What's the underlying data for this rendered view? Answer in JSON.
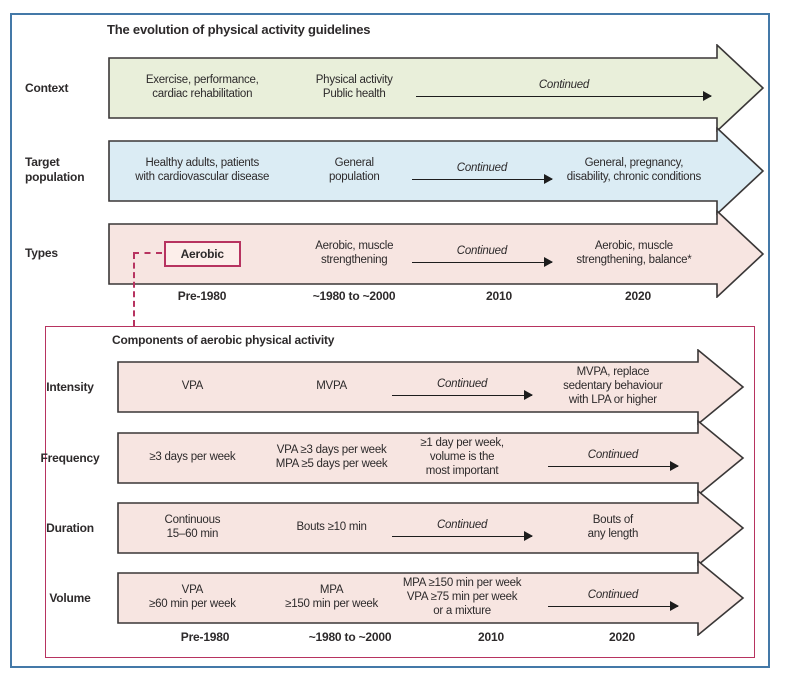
{
  "colors": {
    "outer_border": "#4479a8",
    "accent_crimson": "#b73360",
    "context_fill": "#e9efda",
    "target_fill": "#dbecf4",
    "types_fill": "#f7e5e1",
    "arrow_stroke": "#3a3737",
    "text": "#2d2a2b"
  },
  "top": {
    "title": "The evolution of physical activity guidelines",
    "timeline": [
      "Pre-1980",
      "~1980 to ~2000",
      "2010",
      "2020"
    ],
    "rows": [
      {
        "label": "Context",
        "c1": "Exercise, performance,\ncardiac rehabilitation",
        "c2": "Physical activity\nPublic health",
        "continued": "Continued"
      },
      {
        "label": "Target\npopulation",
        "c1": "Healthy adults, patients\nwith cardiovascular disease",
        "c2": "General\npopulation",
        "continued": "Continued",
        "c4": "General, pregnancy,\ndisability, chronic conditions"
      },
      {
        "label": "Types",
        "box": "Aerobic",
        "c2": "Aerobic, muscle\nstrengthening",
        "continued": "Continued",
        "c4": "Aerobic, muscle\nstrengthening, balance*"
      }
    ]
  },
  "components": {
    "title": "Components of aerobic physical activity",
    "timeline": [
      "Pre-1980",
      "~1980 to ~2000",
      "2010",
      "2020"
    ],
    "rows": [
      {
        "label": "Intensity",
        "c1": "VPA",
        "c2": "MVPA",
        "continued": "Continued",
        "c4": "MVPA, replace\nsedentary behaviour\nwith LPA or higher"
      },
      {
        "label": "Frequency",
        "c1": "≥3 days per week",
        "c2": "VPA ≥3 days per week\nMPA ≥5 days per week",
        "c3": "≥1 day per week,\nvolume is the\nmost important",
        "continued": "Continued"
      },
      {
        "label": "Duration",
        "c1": "Continuous\n15–60 min",
        "c2": "Bouts ≥10 min",
        "continued": "Continued",
        "c4": "Bouts of\nany length"
      },
      {
        "label": "Volume",
        "c1": "VPA\n≥60 min per week",
        "c2": "MPA\n≥150 min per week",
        "c3": "MPA ≥150 min per week\nVPA ≥75 min per week\nor a mixture",
        "continued": "Continued"
      }
    ]
  }
}
